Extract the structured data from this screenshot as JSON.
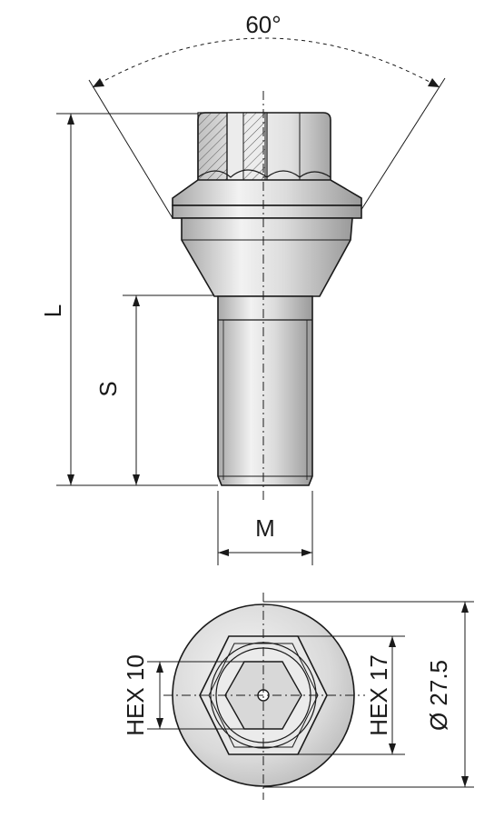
{
  "labels": {
    "angle": "60°",
    "length": "L",
    "shank_length": "S",
    "thread": "M",
    "hex_inner": "HEX 10",
    "hex_outer": "HEX 17",
    "diameter": "Ø 27.5"
  },
  "colors": {
    "metal_light": "#f3f3f3",
    "metal_mid": "#d6d6d6",
    "metal_dark": "#9a9a9a",
    "line": "#1a1a1a",
    "flat": "#bfbfbf"
  }
}
